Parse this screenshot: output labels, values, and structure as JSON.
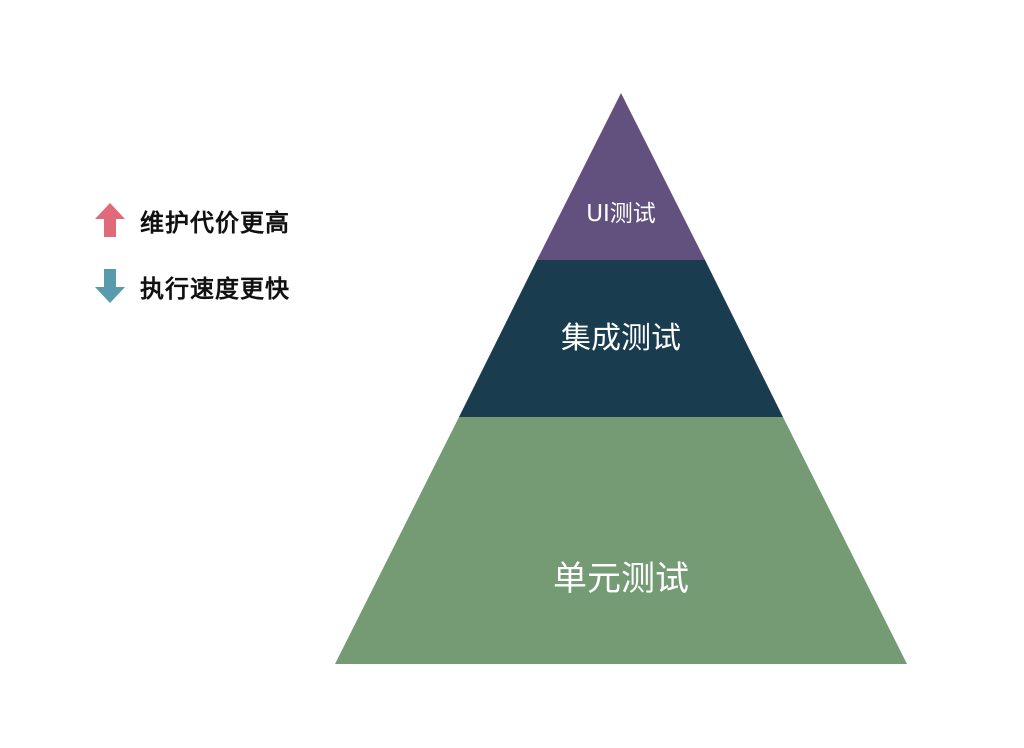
{
  "pyramid": {
    "tiers": [
      {
        "label": "UI测试",
        "color": "#62517e"
      },
      {
        "label": "集成测试",
        "color": "#193c4f"
      },
      {
        "label": "单元测试",
        "color": "#759b75"
      }
    ]
  },
  "legend": {
    "items": [
      {
        "label": "维护代价更高",
        "icon": "arrow-up-icon",
        "color": "#e06a7a"
      },
      {
        "label": "执行速度更快",
        "icon": "arrow-down-icon",
        "color": "#5a9aad"
      }
    ]
  }
}
